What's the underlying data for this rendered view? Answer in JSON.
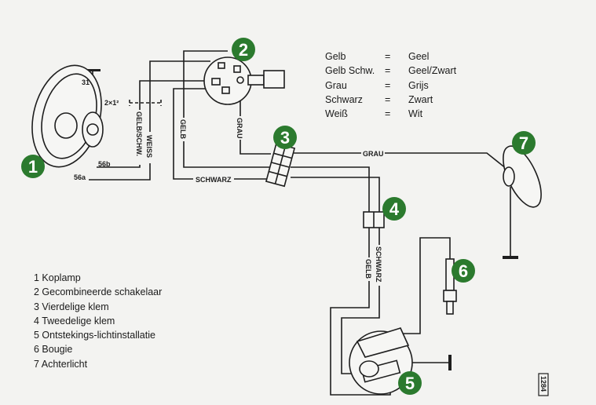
{
  "color_legend": [
    {
      "de": "Gelb",
      "eq": "=",
      "nl": "Geel"
    },
    {
      "de": "Gelb Schw.",
      "eq": "=",
      "nl": "Geel/Zwart"
    },
    {
      "de": "Grau",
      "eq": "=",
      "nl": "Grijs"
    },
    {
      "de": "Schwarz",
      "eq": "=",
      "nl": "Zwart"
    },
    {
      "de": "Weiß",
      "eq": "=",
      "nl": "Wit"
    }
  ],
  "parts_list": [
    "1 Koplamp",
    "2 Gecombineerde schakelaar",
    "3 Vierdelige klem",
    "4 Tweedelige klem",
    "5 Ontstekings-lichtinstallatie",
    "6 Bougie",
    "7 Achterlicht"
  ],
  "badges": [
    "1",
    "2",
    "3",
    "4",
    "5",
    "6",
    "7"
  ],
  "wire_labels": {
    "gelb_schw": "GELB/SCHW.",
    "weiss": "WEISS",
    "gelb": "GELB",
    "grau": "GRAU",
    "schwarz": "SCHWARZ",
    "grau_h": "GRAU",
    "schwarz_v": "SCHWARZ",
    "gelb_v": "GELB",
    "cable_spec": "2×1²",
    "t31": "31",
    "t56a": "56a",
    "t56b": "56b"
  },
  "figure_number": "1284",
  "colors": {
    "badge": "#2b7a2e",
    "line": "#1e1e1e",
    "paper": "#f3f3f1"
  }
}
